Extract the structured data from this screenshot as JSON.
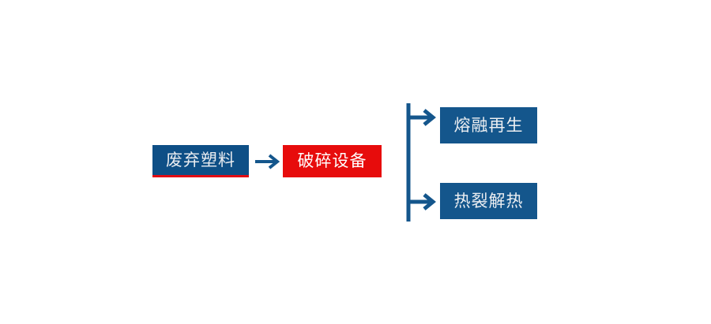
{
  "diagram": {
    "type": "flowchart",
    "orientation": "left-to-right",
    "background_color": "#FFFFFF",
    "nodes": [
      {
        "id": "source",
        "label": "废弃塑料",
        "role": "input",
        "fill_color": "#0E4F86",
        "text_color": "#E9ECF0",
        "accent_color": "#E30B13",
        "accent_position": "bottom"
      },
      {
        "id": "crusher",
        "label": "破碎设备",
        "role": "process-highlighted",
        "fill_color": "#E70C0C",
        "text_color": "#FFFFFF"
      },
      {
        "id": "melt",
        "label": "熔融再生",
        "role": "output-branch-top",
        "fill_color": "#14568C",
        "text_color": "#EDEFF2"
      },
      {
        "id": "pyro",
        "label": "热裂解热",
        "role": "output-branch-bottom",
        "fill_color": "#14568C",
        "text_color": "#EDEFF2"
      }
    ],
    "connectors": [
      {
        "id": "main-arrow",
        "from": "source",
        "to": "crusher",
        "shape": "arrow-right",
        "color": "#14568C"
      },
      {
        "id": "split-bracket",
        "from": "crusher",
        "to": [
          "melt",
          "pyro"
        ],
        "shape": "vertical-bracket-with-two-right-arrows",
        "color": "#14568C"
      }
    ]
  }
}
